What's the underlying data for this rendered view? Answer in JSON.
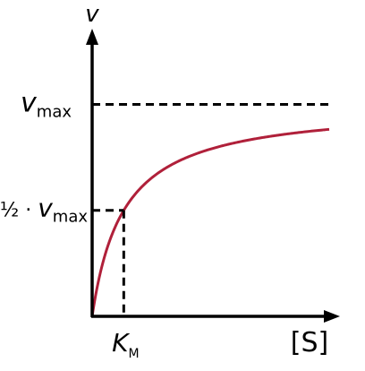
{
  "chart_data": {
    "type": "line",
    "title": "",
    "ylabel": "v",
    "xlabel": "[S]",
    "grid": false,
    "legend": "none",
    "curve_color": "#b0203a",
    "axis_color": "#000000",
    "model": "michaelis-menten",
    "vmax": 1,
    "km": 1,
    "xlim": [
      0,
      7.5
    ],
    "ylim": [
      0,
      1.26
    ],
    "series": [
      {
        "x": [
          0,
          0.1,
          0.25,
          0.5,
          0.75,
          1,
          1.5,
          2,
          2.5,
          3,
          3.5,
          4,
          5,
          6,
          7.5
        ],
        "y": [
          0,
          0.09,
          0.2,
          0.333,
          0.429,
          0.5,
          0.6,
          0.667,
          0.714,
          0.75,
          0.778,
          0.8,
          0.833,
          0.857,
          0.882
        ]
      }
    ],
    "annotations": {
      "vmax_label_main": "v",
      "vmax_label_sub": "max",
      "half_label_prefix": "½ · ",
      "half_label_main": "v",
      "half_label_sub": "max",
      "km_label_main": "K",
      "km_label_sub": "M"
    }
  }
}
